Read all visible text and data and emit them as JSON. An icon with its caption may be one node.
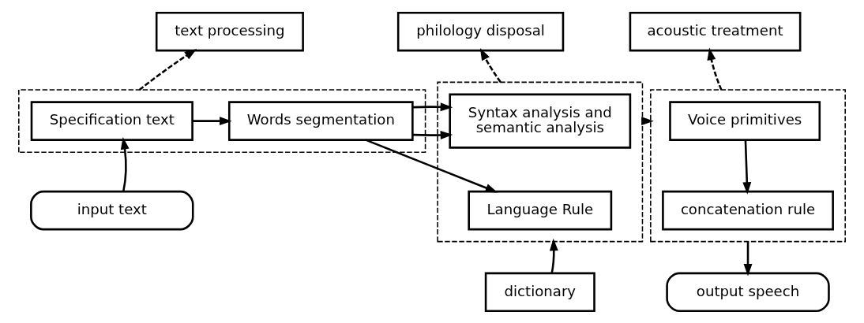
{
  "diagram": {
    "nodes": [
      {
        "text": [
          "text processing"
        ]
      },
      {
        "text": [],
        "shape": "box"
      },
      {
        "text": [
          "Specification text"
        ],
        "in": 1
      },
      {
        "text": [
          "Words segmentation"
        ],
        "in": 1
      },
      {
        "text": [
          "input text"
        ]
      },
      {
        "text": [
          "philology disposal"
        ]
      },
      {
        "text": [],
        "shape": "box"
      },
      {
        "text": [
          "Syntax analysis and semantic analysis"
        ],
        "in": 6
      },
      {
        "text": [
          "Language Rule"
        ],
        "in": 6
      },
      {
        "text": [
          "dictionary"
        ]
      },
      {
        "text": [
          "acoustic treatment"
        ]
      },
      {
        "text": [],
        "shape": "box"
      },
      {
        "text": [
          "Voice primitives"
        ],
        "in": 11
      },
      {
        "text": [
          "concatenation rule"
        ],
        "in": 11
      },
      {
        "text": [
          "output speech"
        ]
      }
    ],
    "edges": [
      {
        "from": 1,
        "to": 0,
        "arrow": "to",
        "style": "dashed"
      },
      {
        "from": 4,
        "to": 2,
        "arrow": "to"
      },
      {
        "from": 2,
        "to": 3,
        "arrow": "to"
      },
      {
        "from": 3,
        "to": 7,
        "arrow": "to"
      },
      {
        "from": 3,
        "to": 8,
        "arrow": "to"
      },
      {
        "from": 6,
        "to": 5,
        "arrow": "to",
        "style": "dashed"
      },
      {
        "from": 9,
        "to": 6,
        "arrow": "to"
      },
      {
        "from": 6,
        "to": 11,
        "arrow": "to"
      },
      {
        "from": 11,
        "to": 10,
        "arrow": "to",
        "style": "dashed"
      },
      {
        "from": 12,
        "to": 13,
        "arrow": "to"
      },
      {
        "from": 11,
        "to": 14,
        "arrow": "to"
      }
    ]
  }
}
